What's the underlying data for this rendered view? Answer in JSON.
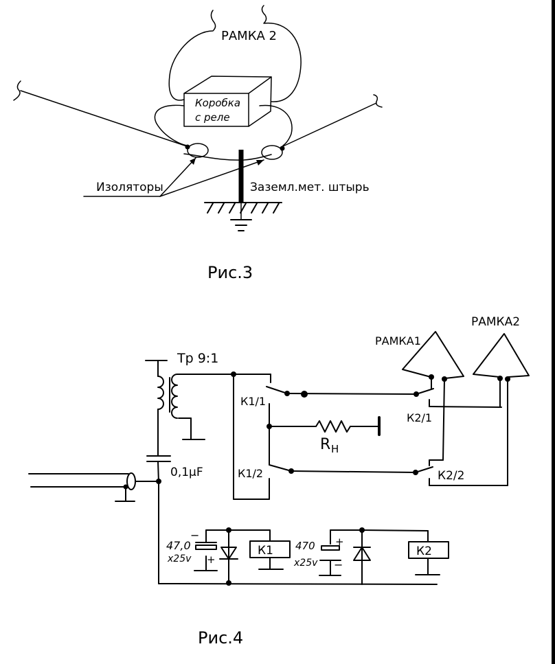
{
  "figure3": {
    "caption": "Рис.3",
    "frame2_label": "РАМКА 2",
    "box_label_line1": "Коробка",
    "box_label_line2": "с реле",
    "insulators_label": "Изоляторы",
    "ground_rod_label": "Заземл.мет. штырь"
  },
  "figure4": {
    "caption": "Рис.4",
    "transformer_label": "Тр 9:1",
    "capacitor_label": "0,1μF",
    "relay_contact_k1_1": "К1/1",
    "relay_contact_k1_2": "К1/2",
    "relay_contact_k2_1": "К2/1",
    "relay_contact_k2_2": "К2/2",
    "resistor_label": "R",
    "resistor_subscript": "H",
    "frame1_label": "РАМКА1",
    "frame2_label": "РАМКА2",
    "cap1_value": "47,0",
    "cap1_voltage": "x25v",
    "cap1_minus": "−",
    "cap1_plus": "+",
    "cap2_value": "470",
    "cap2_voltage": "x25v",
    "cap2_plus": "+",
    "cap2_minus": "−",
    "relay1_label": "К1",
    "relay2_label": "К2"
  }
}
